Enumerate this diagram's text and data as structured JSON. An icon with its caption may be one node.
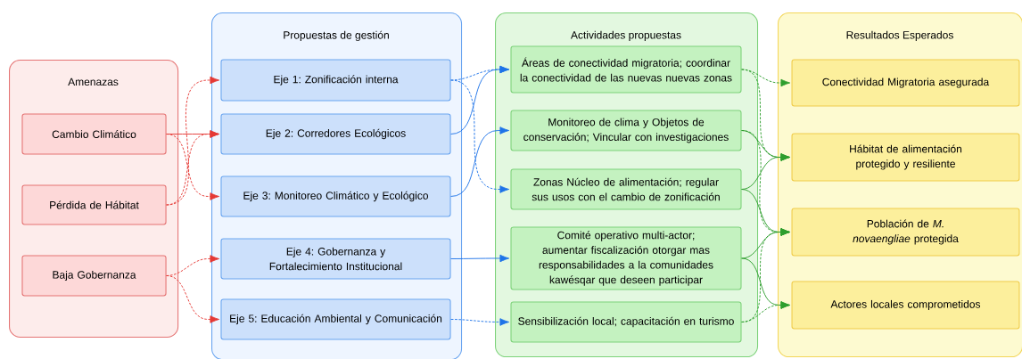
{
  "diagram": {
    "nodes": [
      {
        "text": [
          "Amenazas"
        ]
      },
      {
        "text": [
          "Cambio Climático"
        ],
        "in": 0
      },
      {
        "text": [
          "Pérdida de Hábitat"
        ],
        "in": 0
      },
      {
        "text": [
          "Baja Gobernanza"
        ],
        "in": 0
      },
      {
        "text": [
          "Propuestas de gestión"
        ]
      },
      {
        "text": [
          "Eje 1: Zonificación interna"
        ],
        "in": 4
      },
      {
        "text": [
          "Eje 2: Corredores Ecológicos"
        ],
        "in": 4
      },
      {
        "text": [
          "Eje 3: Monitoreo Climático y Ecológico"
        ],
        "in": 4
      },
      {
        "text": [
          "Eje 4: Gobernanza y Fortalecimiento Institucional"
        ],
        "in": 4
      },
      {
        "text": [
          "Eje 5: Educación Ambiental y  Comunicación"
        ],
        "in": 4
      },
      {
        "text": [
          "Actividades propuestas"
        ]
      },
      {
        "text": [
          "Áreas de conectividad migratoria; coordinar la conectividad de las nuevas nuevas zonas"
        ],
        "in": 10
      },
      {
        "text": [
          "Monitoreo de clima y Objetos de conservación; Vincular con investigaciones"
        ],
        "in": 10
      },
      {
        "text": [
          "Zonas Núcleo de alimentación; regular sus usos con el cambio de zonificación"
        ],
        "in": 10
      },
      {
        "text": [
          "Comité operativo multi-actor; aumentar fiscalización otorgar mas responsabilidades a la comunidades kawésqar que deseen participar"
        ],
        "in": 10
      },
      {
        "text": [
          "Sensibilización local; capacitación en turismo"
        ],
        "in": 10
      },
      {
        "text": [
          "Resultados Esperados"
        ]
      },
      {
        "text": [
          "Conectividad Migratoria asegurada"
        ],
        "in": 16
      },
      {
        "text": [
          "Hábitat de alimentación protegido y resiliente"
        ],
        "in": 16
      },
      {
        "text": [
          "Población de *M. novaengliae* protegida"
        ],
        "in": 16
      },
      {
        "text": [
          "Actores locales comprometidos"
        ],
        "in": 16
      }
    ],
    "edges": [
      {
        "from": 1,
        "to": 6,
        "arrow": "to",
        "color": "#e53935"
      },
      {
        "from": 1,
        "to": 7,
        "arrow": "to",
        "color": "#e53935",
        "style": "dashed"
      },
      {
        "from": 2,
        "to": 5,
        "arrow": "to",
        "color": "#e53935",
        "style": "dashed"
      },
      {
        "from": 2,
        "to": 6,
        "arrow": "to",
        "color": "#e53935",
        "style": "dashed"
      },
      {
        "from": 3,
        "to": 8,
        "arrow": "to",
        "color": "#e53935",
        "style": "dashed"
      },
      {
        "from": 3,
        "to": 9,
        "arrow": "to",
        "color": "#e53935",
        "style": "dashed"
      },
      {
        "from": 5,
        "to": 11,
        "arrow": "to",
        "color": "#1e73e8",
        "style": "dashed"
      },
      {
        "from": 5,
        "to": 13,
        "arrow": "to",
        "color": "#1e73e8",
        "style": "dashed"
      },
      {
        "from": 6,
        "to": 11,
        "arrow": "to",
        "color": "#1e73e8"
      },
      {
        "from": 7,
        "to": 12,
        "arrow": "to",
        "color": "#1e73e8"
      },
      {
        "from": 8,
        "to": 14,
        "arrow": "to",
        "color": "#1e73e8"
      },
      {
        "from": 9,
        "to": 15,
        "arrow": "to",
        "color": "#1e73e8",
        "style": "dashed"
      },
      {
        "from": 11,
        "to": 17,
        "arrow": "to",
        "style": "dashed"
      },
      {
        "from": 11,
        "to": 18,
        "arrow": "to",
        "style": "dashed"
      },
      {
        "from": 12,
        "to": 18,
        "arrow": "to"
      },
      {
        "from": 12,
        "to": 19,
        "arrow": "to",
        "style": "dashed"
      },
      {
        "from": 13,
        "to": 18,
        "arrow": "to"
      },
      {
        "from": 13,
        "to": 19,
        "arrow": "to"
      },
      {
        "from": 14,
        "to": 19,
        "arrow": "to"
      },
      {
        "from": 14,
        "to": 20,
        "arrow": "to"
      },
      {
        "from": 15,
        "to": 19,
        "arrow": "to",
        "style": "dashed"
      },
      {
        "from": 15,
        "to": 20,
        "arrow": "to",
        "style": "dashed"
      }
    ]
  }
}
